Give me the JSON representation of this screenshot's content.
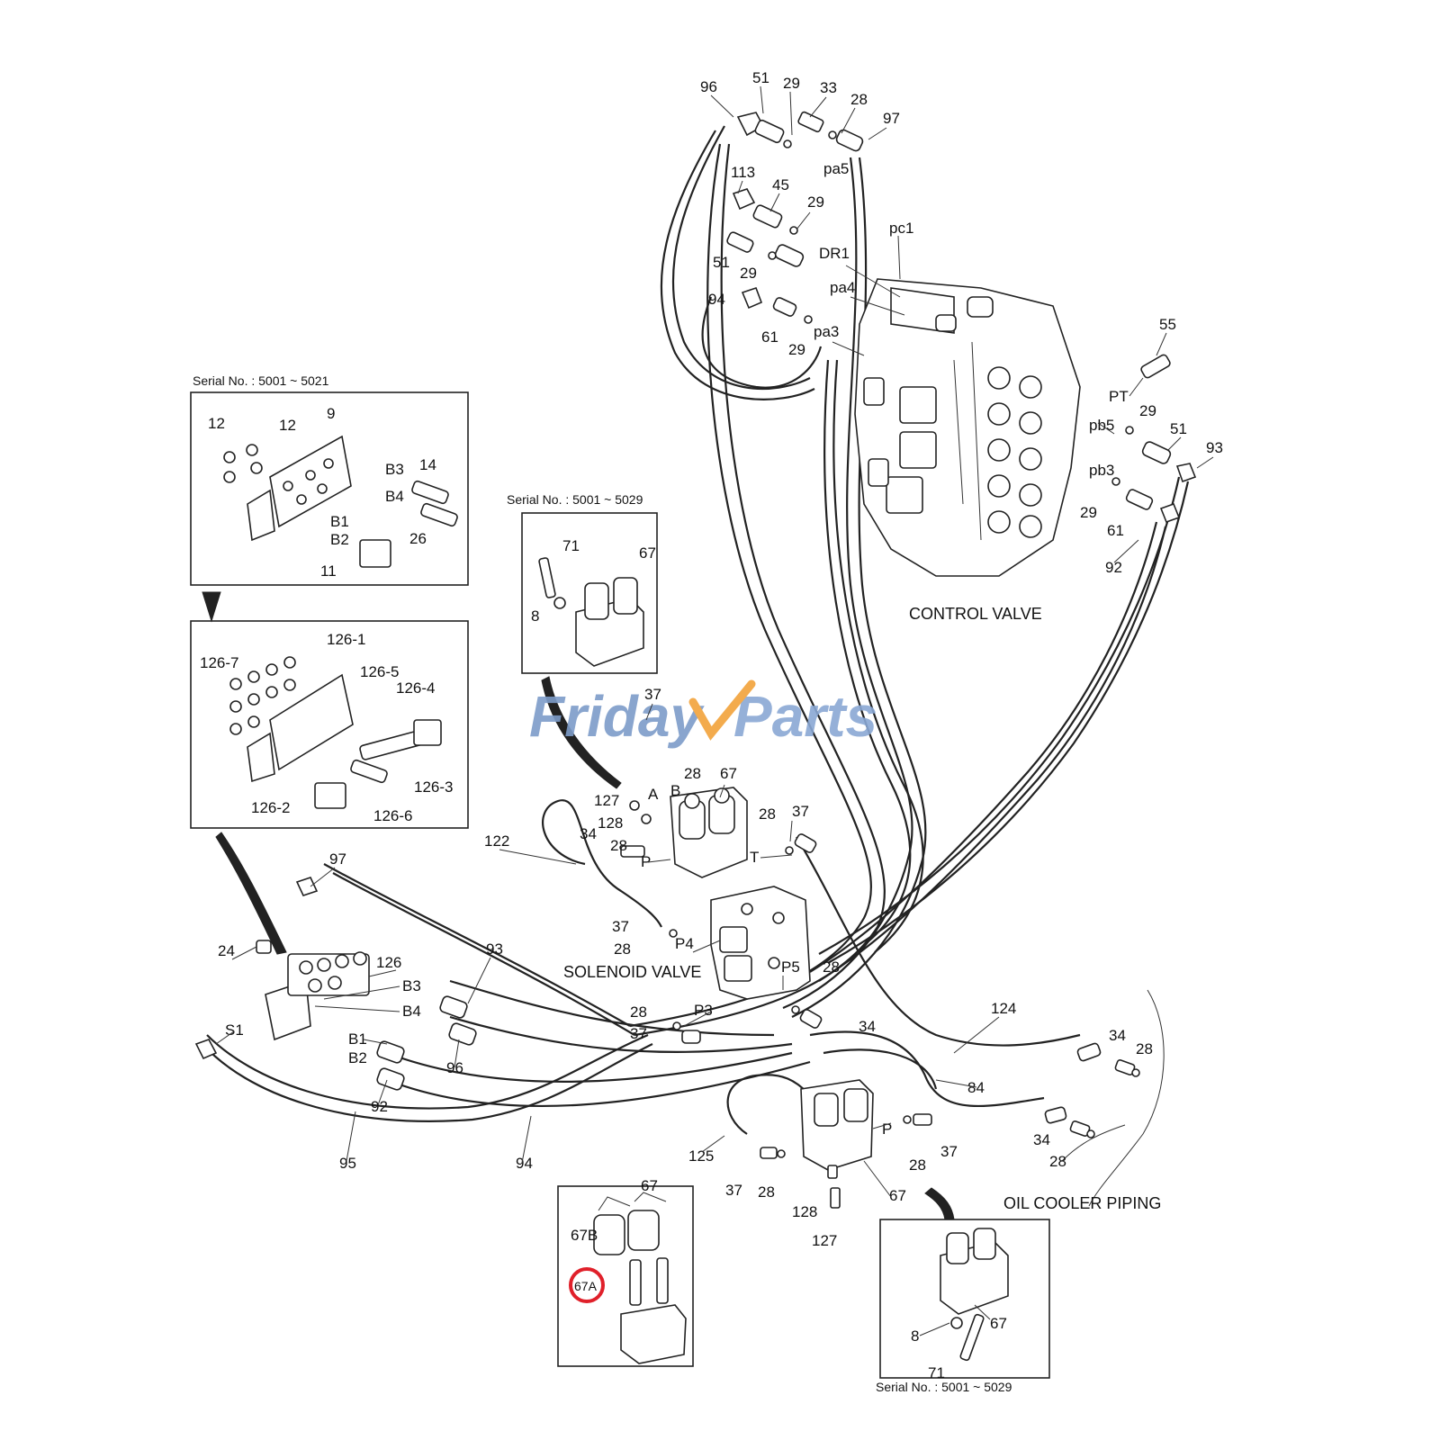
{
  "watermark": {
    "text_a": "Friday",
    "text_b": "Parts",
    "color_a": "#7d9cc9",
    "color_b": "#8aa8d4",
    "accent_color": "#f2a23a"
  },
  "highlight_color": "#e0202a",
  "sections": {
    "control_valve": "CONTROL VALVE",
    "solenoid_valve": "SOLENOID VALVE",
    "oil_cooler_piping": "OIL COOLER PIPING"
  },
  "insets": {
    "serial_a": "Serial No. : 5001 ~ 5021",
    "serial_b": "Serial No. : 5001 ~ 5029",
    "serial_c": "Serial No. : 5001 ~ 5029"
  },
  "callouts": {
    "c96a": "96",
    "c51a": "51",
    "c29a": "29",
    "c33": "33",
    "c28a": "28",
    "c97a": "97",
    "pa5": "pa5",
    "c113": "113",
    "c45": "45",
    "c29b": "29",
    "pc1": "pc1",
    "dr1": "DR1",
    "c51b": "51",
    "c29c": "29",
    "c94a": "94",
    "pa4": "pa4",
    "c61a": "61",
    "c29d": "29",
    "pa3": "pa3",
    "c55": "55",
    "pt": "PT",
    "c29e": "29",
    "pb5": "pb5",
    "c51c": "51",
    "c93a": "93",
    "pb3": "pb3",
    "c29f": "29",
    "c61b": "61",
    "c92a": "92",
    "i12a": "12",
    "i12b": "12",
    "i9": "9",
    "ib3": "B3",
    "i14": "14",
    "ib4": "B4",
    "ib1": "B1",
    "ib2": "B2",
    "i26": "26",
    "i11": "11",
    "i126_1": "126-1",
    "i126_7": "126-7",
    "i126_5": "126-5",
    "i126_4": "126-4",
    "i126_3": "126-3",
    "i126_2": "126-2",
    "i126_6": "126-6",
    "i71": "71",
    "i67": "67",
    "i8": "8",
    "c37a": "37",
    "c28b": "28",
    "c67a": "67",
    "pA": "A",
    "pB": "B",
    "c127a": "127",
    "c128a": "128",
    "c28c": "28",
    "c37b": "37",
    "c122": "122",
    "c34a": "34",
    "c28d": "28",
    "pP": "P",
    "pT": "T",
    "c37c": "37",
    "c28e": "28",
    "p4": "P4",
    "p5": "P5",
    "c28f": "28",
    "c97b": "97",
    "c24": "24",
    "c126": "126",
    "c93b": "93",
    "b3": "B3",
    "b4": "B4",
    "s1": "S1",
    "b1": "B1",
    "b2": "B2",
    "c96b": "96",
    "c92b": "92",
    "c95": "95",
    "c94b": "94",
    "c28g": "28",
    "p3": "P3",
    "c37d": "37",
    "c34b": "34",
    "c124": "124",
    "c34c": "34",
    "c28h": "28",
    "c84": "84",
    "c34d": "34",
    "c28i": "28",
    "pP2": "P",
    "c28j": "28",
    "c37e": "37",
    "c125": "125",
    "c37f": "37",
    "c28k": "28",
    "c67b": "67",
    "c128b": "128",
    "c127b": "127",
    "j67": "67",
    "j67b": "67B",
    "j67a": "67A",
    "k67": "67",
    "k8": "8",
    "k71": "71"
  }
}
